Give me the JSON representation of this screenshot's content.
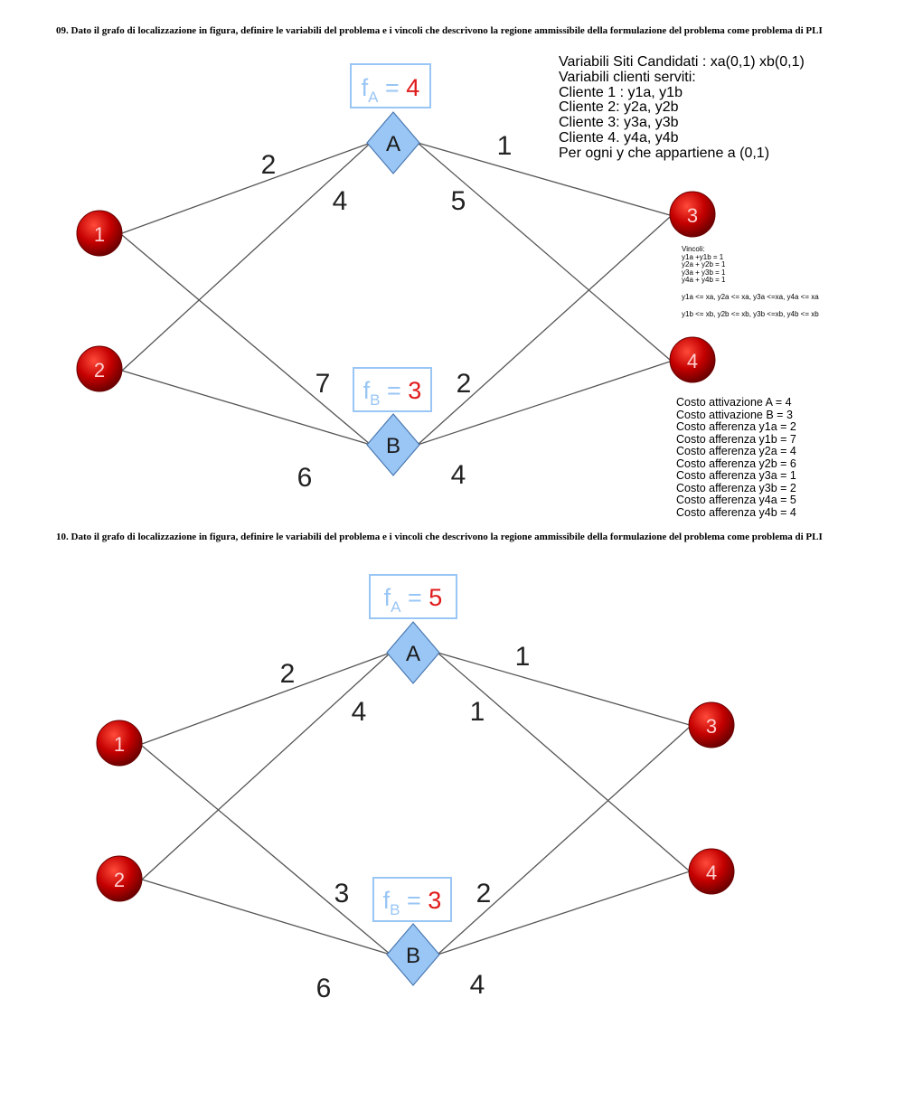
{
  "q09": {
    "title": "09.   Dato il grafo di localizzazione in figura, definire le variabili del problema e i vincoli che descrivono la regione ammissibile della formulazione del problema come problema di PLI",
    "graph": {
      "fA": {
        "label": "f",
        "sub": "A",
        "eq": " = ",
        "value": "4"
      },
      "fB": {
        "label": "f",
        "sub": "B",
        "eq": " = ",
        "value": "3"
      },
      "sites": [
        "A",
        "B"
      ],
      "clients": [
        "1",
        "2",
        "3",
        "4"
      ],
      "weights": {
        "w1A": "2",
        "w2A": "4",
        "wA3": "1",
        "wA4": "5",
        "w1B": "7",
        "w2B": "6",
        "wB3": "2",
        "wB4": "4"
      }
    },
    "variables": [
      "Variabili Siti Candidati : xa(0,1) xb(0,1)",
      "Variabili clienti serviti:",
      "Cliente 1 : y1a, y1b",
      "Cliente 2: y2a, y2b",
      "Cliente 3: y3a, y3b",
      "Cliente 4. y4a, y4b",
      "Per ogni y che appartiene a (0,1)"
    ],
    "constraints_title": "Vincoli:",
    "constraints": [
      "y1a +y1b = 1",
      "y2a + y2b = 1",
      "y3a + y3b = 1",
      "y4a + y4b = 1"
    ],
    "constraints_links": [
      "y1a <= xa, y2a <= xa, y3a <=xa, y4a <= xa",
      "y1b <= xb, y2b <= xb, y3b <=xb, y4b <= xb"
    ],
    "costs": [
      "Costo attivazione A = 4",
      "Costo attivazione B = 3",
      "Costo afferenza y1a = 2",
      "Costo afferenza y1b = 7",
      "Costo afferenza y2a = 4",
      "Costo afferenza y2b = 6",
      "Costo afferenza y3a = 1",
      "Costo afferenza y3b = 2",
      "Costo afferenza y4a = 5",
      "Costo afferenza y4b = 4"
    ]
  },
  "q10": {
    "title": "10.   Dato il grafo di localizzazione in figura, definire le variabili del problema e i vincoli che descrivono la regione ammissibile della formulazione del problema come problema di PLI",
    "graph": {
      "fA": {
        "label": "f",
        "sub": "A",
        "eq": " = ",
        "value": "5"
      },
      "fB": {
        "label": "f",
        "sub": "B",
        "eq": " = ",
        "value": "3"
      },
      "sites": [
        "A",
        "B"
      ],
      "clients": [
        "1",
        "2",
        "3",
        "4"
      ],
      "weights": {
        "w1A": "2",
        "w2A": "4",
        "wA3": "1",
        "wA4": "1",
        "w1B": "3",
        "w2B": "6",
        "wB3": "2",
        "wB4": "4"
      }
    }
  },
  "colors": {
    "site_fill": "#99c6f5",
    "site_stroke": "#4a78b0",
    "client_fill": "#c40000",
    "client_dark": "#6a0000",
    "f_label": "#99c6f5",
    "f_value": "#e01a1a",
    "edge": "#555555"
  }
}
